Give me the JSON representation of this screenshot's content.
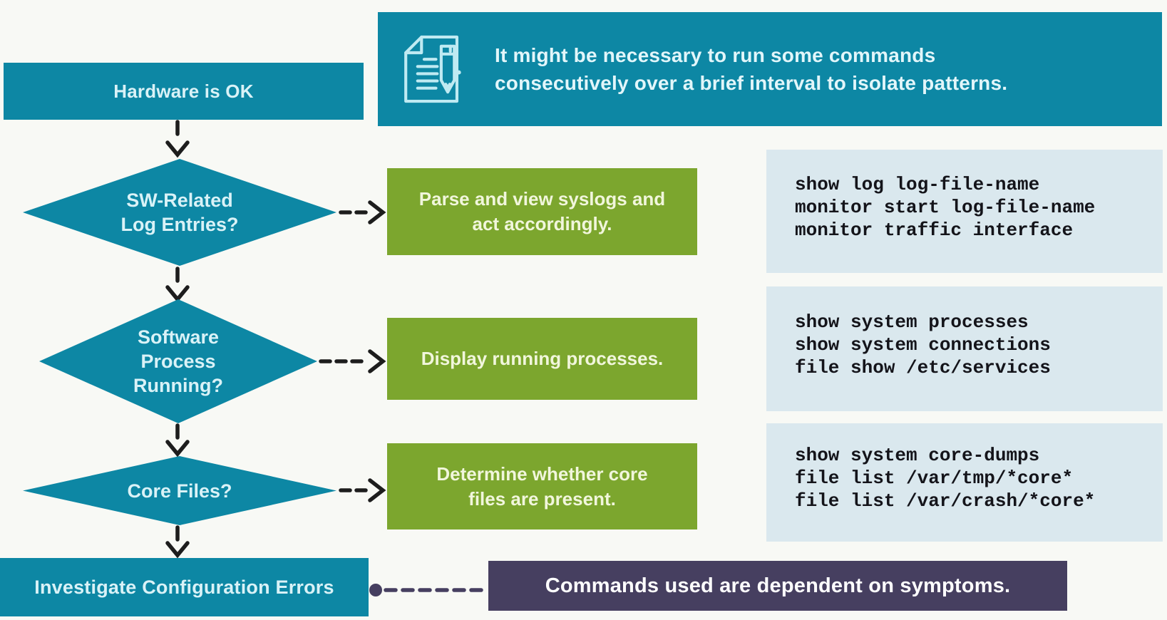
{
  "palette": {
    "teal": "#0d87a4",
    "green": "#7ca62e",
    "code_bg": "#dae8ee",
    "code_text": "#14141a",
    "purple": "#463f60",
    "arrow": "#1d1d1d",
    "background": "#f8f9f5"
  },
  "start_box": {
    "label": "Hardware is OK"
  },
  "note_banner": {
    "icon": "document-pencil-icon",
    "lines": [
      "It might be necessary to run some commands",
      "consecutively over a brief interval to isolate patterns."
    ]
  },
  "rows": [
    {
      "diamond": {
        "lines": [
          "SW-Related",
          "Log Entries?"
        ]
      },
      "action": {
        "lines": [
          "Parse and view syslogs and",
          "act accordingly."
        ]
      },
      "commands": [
        "show log log-file-name",
        "monitor start log-file-name",
        "monitor traffic interface"
      ]
    },
    {
      "diamond": {
        "lines": [
          "Software",
          "Process",
          "Running?"
        ]
      },
      "action": {
        "lines": [
          "Display running processes."
        ]
      },
      "commands": [
        "show system processes",
        "show system connections",
        "file show /etc/services"
      ]
    },
    {
      "diamond": {
        "lines": [
          "Core Files?"
        ]
      },
      "action": {
        "lines": [
          "Determine whether core",
          "files are present."
        ]
      },
      "commands": [
        "show system core-dumps",
        "file list /var/tmp/*core*",
        "file list /var/crash/*core*"
      ]
    }
  ],
  "end_box": {
    "label": "Investigate Configuration Errors"
  },
  "symptom_note": {
    "label": "Commands used are dependent on symptoms."
  }
}
